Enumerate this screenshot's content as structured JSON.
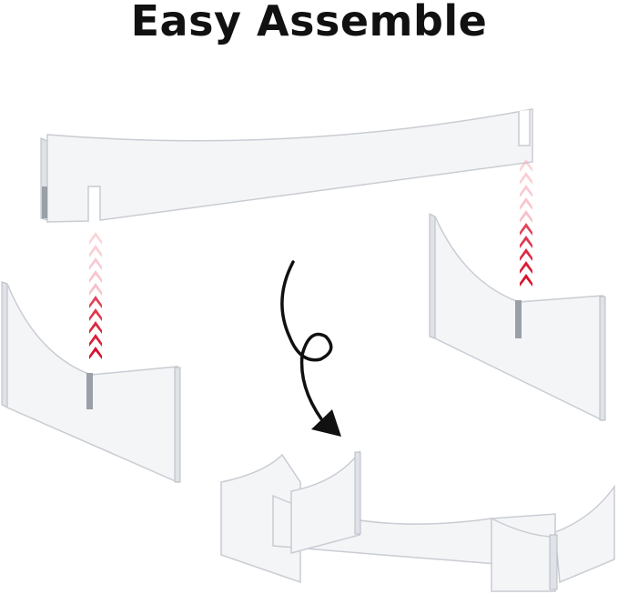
{
  "title": "Easy Assemble",
  "colors": {
    "arrow_light": "#f4a9b4",
    "arrow_dark": "#d8102a",
    "curl_arrow": "#111111"
  },
  "icons": [
    "up-chevron-arrow-left",
    "up-chevron-arrow-right",
    "curly-down-arrow"
  ]
}
